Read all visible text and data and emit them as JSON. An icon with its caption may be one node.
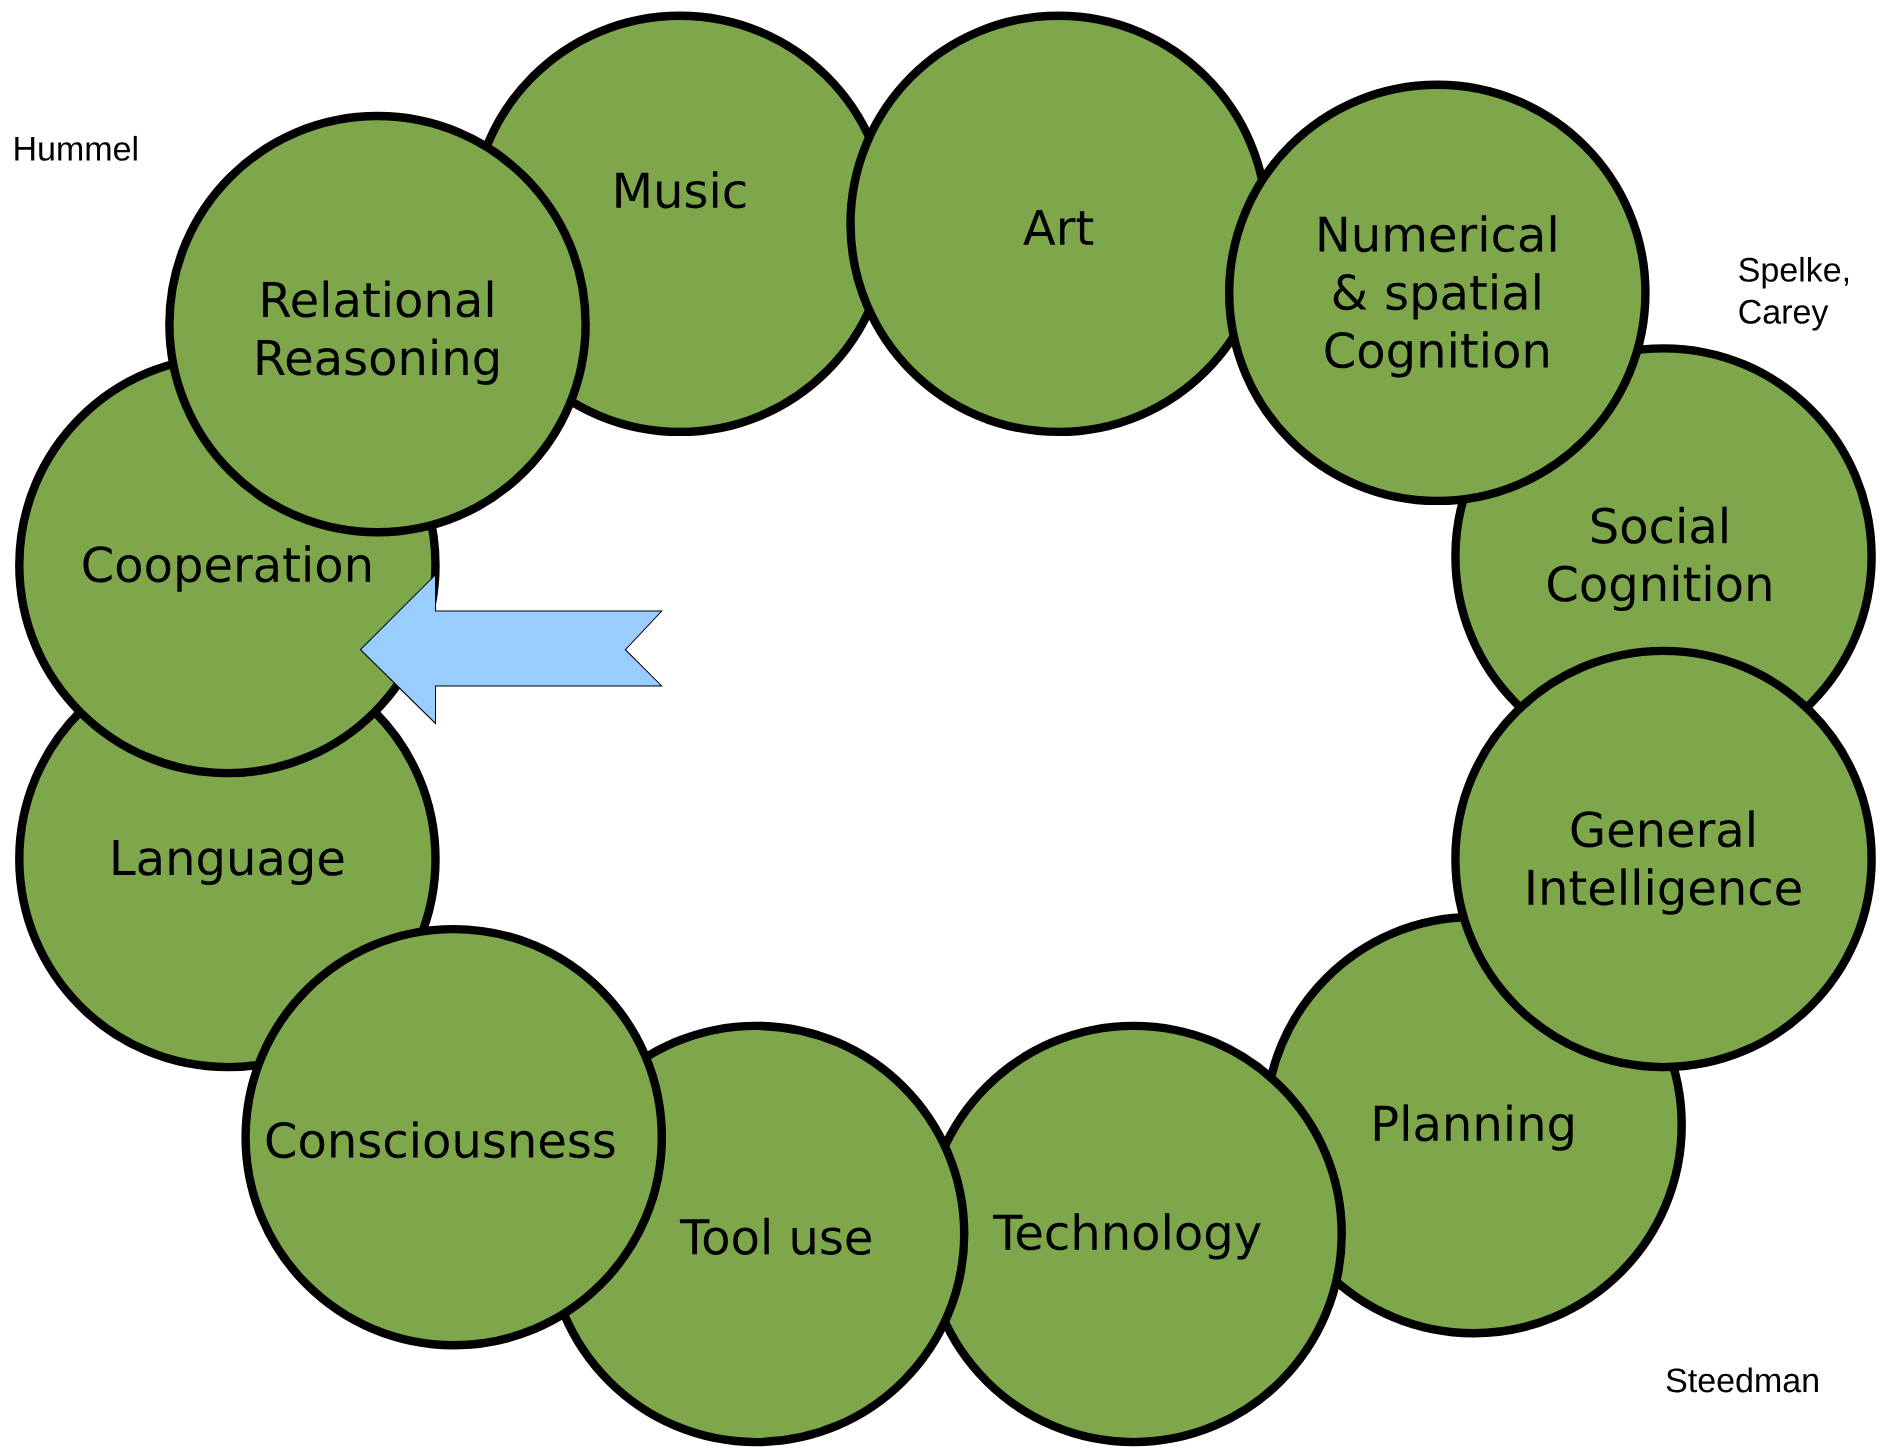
{
  "diagram": {
    "nodes": [
      {
        "text": [
          "Relational Reasoning"
        ]
      },
      {
        "text": [
          "Music"
        ]
      },
      {
        "text": [
          "Art"
        ]
      },
      {
        "text": [
          "Numerical & spatial Cognition"
        ]
      },
      {
        "text": [
          "Social Cognition"
        ]
      },
      {
        "text": [
          "General Intelligence"
        ]
      },
      {
        "text": [
          "Planning"
        ]
      },
      {
        "text": [
          "Technology"
        ]
      },
      {
        "text": [
          "Tool use"
        ]
      },
      {
        "text": [
          "Consciousness"
        ]
      },
      {
        "text": [
          "Language"
        ]
      },
      {
        "text": [
          "Cooperation"
        ]
      }
    ],
    "edges": [
      {
        "from": null,
        "to": 11,
        "arrow": "to"
      }
    ],
    "labels": [
      "Hummel",
      "Spelke, Carey",
      "Steedman"
    ]
  }
}
